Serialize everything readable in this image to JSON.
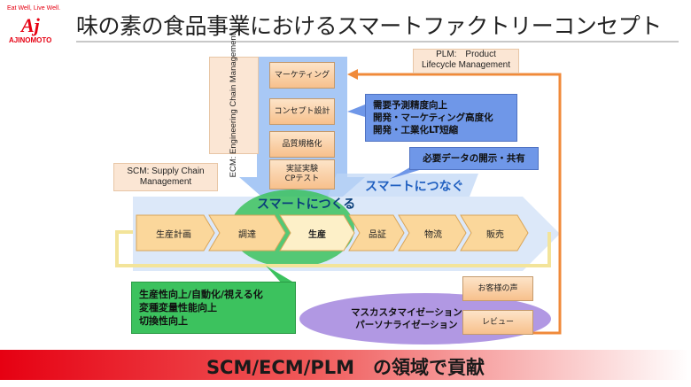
{
  "logo": {
    "tagline": "Eat Well, Live Well.",
    "mark": "Aj",
    "name": "AJINOMOTO"
  },
  "title": "味の素の食品事業におけるスマートファクトリーコンセプト",
  "ecm_label": "ECM: Engineering Chain Management",
  "plm_label": {
    "line1": "PLM:　Product",
    "line2": "Lifecycle Management"
  },
  "scm_label": {
    "line1": "SCM: Supply Chain",
    "line2": "Management"
  },
  "ecm_stages": [
    {
      "label": "マーケティング"
    },
    {
      "label": "コンセプト設計"
    },
    {
      "label": "品質規格化"
    },
    {
      "label": "実証実験\nCPテスト"
    }
  ],
  "scm_stages": [
    {
      "label": "生産計画"
    },
    {
      "label": "調達"
    },
    {
      "label": "生産"
    },
    {
      "label": "品証"
    },
    {
      "label": "物流"
    },
    {
      "label": "販売"
    }
  ],
  "plm_stages": [
    {
      "label": "お客様の声"
    },
    {
      "label": "レビュー"
    }
  ],
  "smart_tsukuru": "スマートにつくる",
  "smart_tsunagu": "スマートにつなぐ",
  "blue_note_top": [
    "需要予測精度向上",
    "開発・マーケティング高度化",
    "開発・工業化LT短縮"
  ],
  "blue_note_data": "必要データの開示・共有",
  "green_note": [
    "生産性向上/自動化/視える化",
    "変種変量性能向上",
    "切換性向上"
  ],
  "purple_label": [
    "マスカスタマイゼーション",
    "パーソナライゼーション"
  ],
  "footer": "SCM/ECM/PLM　の領域で貢献",
  "colors": {
    "accent_red": "#e60012",
    "ecm_blue": "#a8c8f5",
    "scm_blue": "#cfe0f7",
    "green": "#3cc25e",
    "purple": "#a98de0",
    "orange": "#f08a3a"
  }
}
